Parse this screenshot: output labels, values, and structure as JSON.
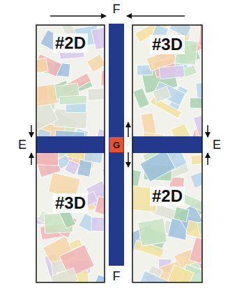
{
  "diagram": {
    "nodes": [
      {
        "text": [
          "#2D"
        ]
      },
      {
        "text": [
          "#3D"
        ]
      },
      {
        "text": [
          "G"
        ]
      },
      {
        "text": [
          "#3D"
        ]
      },
      {
        "text": [
          "#2D"
        ]
      }
    ],
    "labels": [
      "F",
      "E",
      "E",
      "F"
    ]
  }
}
